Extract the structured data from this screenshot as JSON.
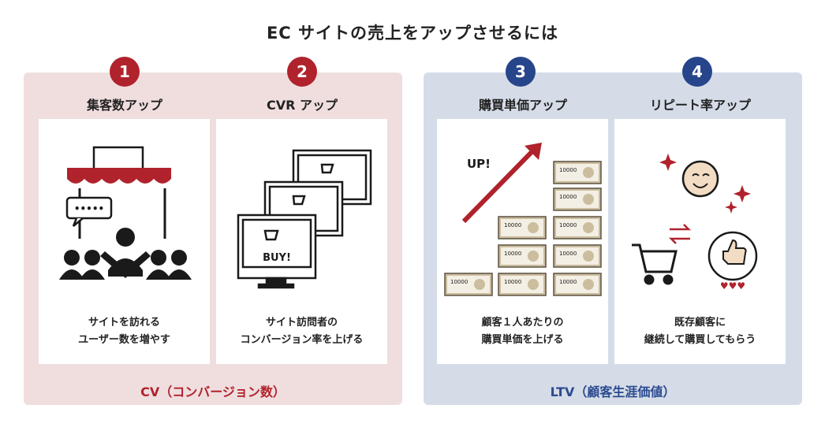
{
  "title": "EC サイトの売上をアップさせるには",
  "groups": [
    {
      "footer": "CV（コンバージョン数）"
    },
    {
      "footer": "LTV（顧客生涯価値）"
    }
  ],
  "cards": [
    {
      "number": "1",
      "heading": "集客数アップ",
      "line1": "サイトを訪れる",
      "line2": "ユーザー数を増やす"
    },
    {
      "number": "2",
      "heading": "CVR アップ",
      "line1": "サイト訪問者の",
      "line2": "コンバージョン率を上げる"
    },
    {
      "number": "3",
      "heading": "購買単価アップ",
      "line1": "顧客１人あたりの",
      "line2": "購買単価を上げる"
    },
    {
      "number": "4",
      "heading": "リピート率アップ",
      "line1": "既存顧客に",
      "line2": "継続して購買してもらう"
    }
  ],
  "illustrations": {
    "bubble": "•••••",
    "buy": "BUY!",
    "up": "UP!",
    "bill": "10000",
    "hearts": "♥♥♥"
  },
  "colors": {
    "red": "#b0232c",
    "blue": "#27458a",
    "cv_bg": "#f0dedf",
    "ltv_bg": "#d5dce8",
    "bill": "#cbbd9e"
  }
}
